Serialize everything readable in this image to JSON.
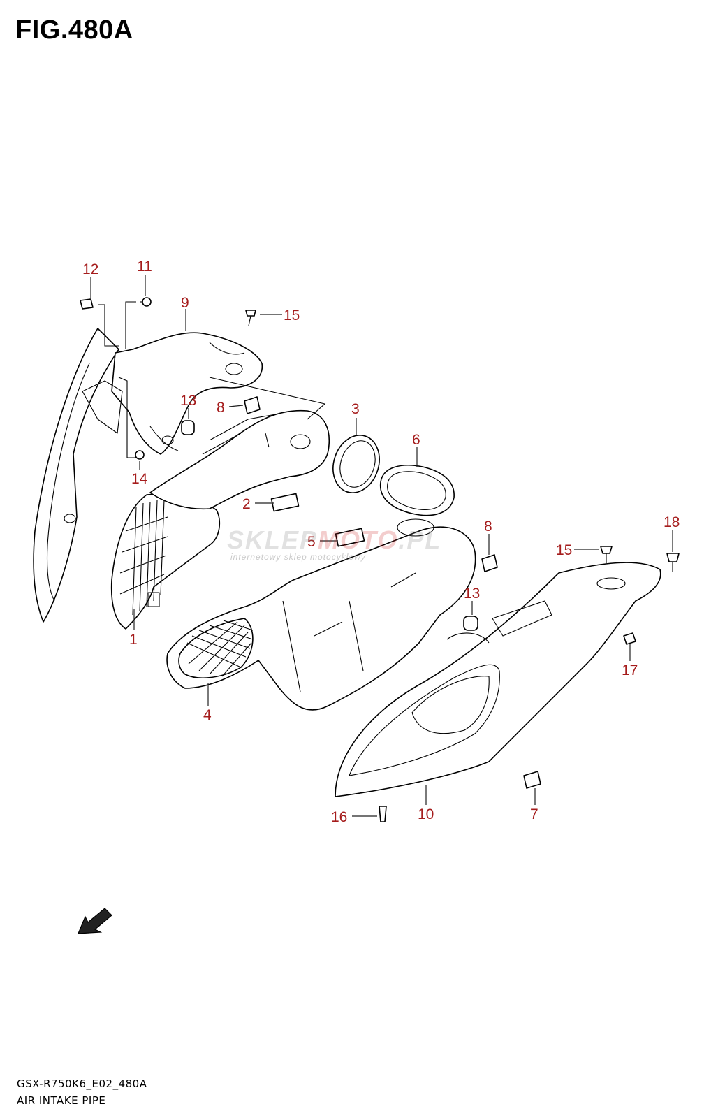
{
  "figure": {
    "title": "FIG.480A"
  },
  "callouts": [
    "12",
    "11",
    "9",
    "15",
    "13",
    "8",
    "3",
    "6",
    "14",
    "2",
    "5",
    "8",
    "18",
    "15",
    "1",
    "13",
    "4",
    "17",
    "10",
    "7",
    "16"
  ],
  "watermark": {
    "brand_a": "SKLEP",
    "brand_b": "MOTO",
    "brand_c": ".PL",
    "tagline": "internetowy sklep motocyklowy"
  },
  "footer": {
    "model_code": "GSX-R750K6_E02_480A",
    "description": "AIR INTAKE PIPE"
  },
  "colors": {
    "callout": "#a51c1c",
    "line": "#000000"
  },
  "icons": {
    "direction_arrow": "front-direction-arrow-icon"
  }
}
